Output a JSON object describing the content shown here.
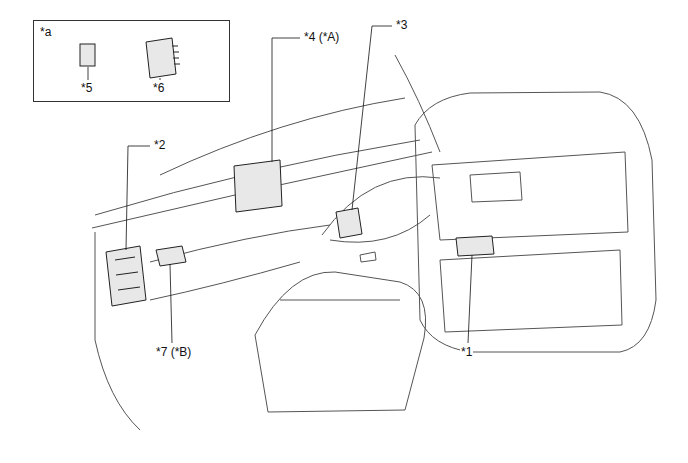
{
  "diagram": {
    "nodes": [
      {
        "text": [
          "*a"
        ]
      }
    ],
    "labels": [
      "*5",
      "*6",
      "*4 (*A)",
      "*3",
      "*2",
      "*7 (*B)",
      "*1"
    ]
  }
}
